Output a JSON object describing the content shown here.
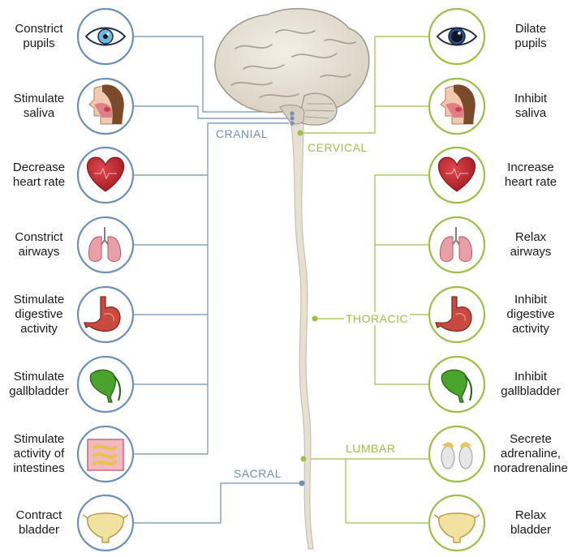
{
  "colors": {
    "parasympathetic": "#6f8fb5",
    "sympathetic": "#9cbf4a",
    "spine": "#e6e0d2",
    "brain": "#e9e4d8",
    "circle_fill": "#ffffff"
  },
  "regions": {
    "cranial": "CRANIAL",
    "cervical": "CERVICAL",
    "thoracic": "THORACIC",
    "lumbar": "LUMBAR",
    "sacral": "SACRAL"
  },
  "left": [
    {
      "lines": [
        "Constrict",
        "pupils"
      ],
      "icon": "eye-icon"
    },
    {
      "lines": [
        "Stimulate",
        "saliva"
      ],
      "icon": "salivary-head-icon"
    },
    {
      "lines": [
        "Decrease",
        "heart rate"
      ],
      "icon": "heart-icon"
    },
    {
      "lines": [
        "Constrict",
        "airways"
      ],
      "icon": "lungs-icon"
    },
    {
      "lines": [
        "Stimulate",
        "digestive",
        "activity"
      ],
      "icon": "stomach-icon"
    },
    {
      "lines": [
        "Stimulate",
        "gallbladder"
      ],
      "icon": "gallbladder-icon"
    },
    {
      "lines": [
        "Stimulate",
        "activity of",
        "intestines"
      ],
      "icon": "intestines-icon"
    },
    {
      "lines": [
        "Contract",
        "bladder"
      ],
      "icon": "bladder-icon"
    }
  ],
  "right": [
    {
      "lines": [
        "Dilate",
        "pupils"
      ],
      "icon": "eye-dilated-icon"
    },
    {
      "lines": [
        "Inhibit",
        "saliva"
      ],
      "icon": "salivary-head-icon"
    },
    {
      "lines": [
        "Increase",
        "heart rate"
      ],
      "icon": "heart-icon"
    },
    {
      "lines": [
        "Relax",
        "airways"
      ],
      "icon": "lungs-icon"
    },
    {
      "lines": [
        "Inhibit",
        "digestive",
        "activity"
      ],
      "icon": "stomach-icon"
    },
    {
      "lines": [
        "Inhibit",
        "gallbladder"
      ],
      "icon": "gallbladder-icon"
    },
    {
      "lines": [
        "Secrete",
        "adrenaline,",
        "noradrenaline"
      ],
      "icon": "adrenal-glands-icon"
    },
    {
      "lines": [
        "Relax",
        "bladder"
      ],
      "icon": "bladder-icon"
    }
  ]
}
